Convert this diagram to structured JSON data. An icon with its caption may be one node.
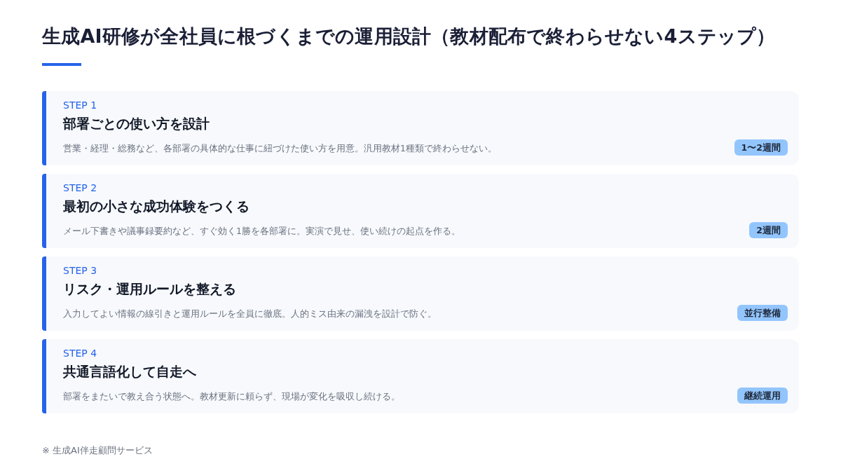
{
  "diagram": {
    "title": "生成AI研修が全社員に根づくまでの運用設計（教材配布で終わらせない4ステップ）",
    "nodes": [
      {
        "text": [
          "STEP 1",
          "部署ごとの使い方を設計",
          "営業・経理・総務など、各部署の具体的な仕事に紐づけた使い方を用意。汎用教材1種類で終わらせない。"
        ]
      },
      {
        "text": [
          "1〜2週間"
        ],
        "in": 0
      },
      {
        "text": [
          "STEP 2",
          "最初の小さな成功体験をつくる",
          "メール下書きや議事録要約など、すぐ効く1勝を各部署に。実演で見せ、使い続けの起点を作る。"
        ]
      },
      {
        "text": [
          "2週間"
        ],
        "in": 2
      },
      {
        "text": [
          "STEP 3",
          "リスク・運用ルールを整える",
          "入力してよい情報の線引きと運用ルールを全員に徹底。人的ミス由来の漏洩を設計で防ぐ。"
        ]
      },
      {
        "text": [
          "並行整備"
        ],
        "in": 4
      },
      {
        "text": [
          "STEP 4",
          "共通言語化して自走へ",
          "部署をまたいで教え合う状態へ。教材更新に頼らず、現場が変化を吸収し続ける。"
        ]
      },
      {
        "text": [
          "継続運用"
        ],
        "in": 6
      }
    ],
    "labels": [
      "※ 生成AI伴走顧問サービス"
    ]
  }
}
